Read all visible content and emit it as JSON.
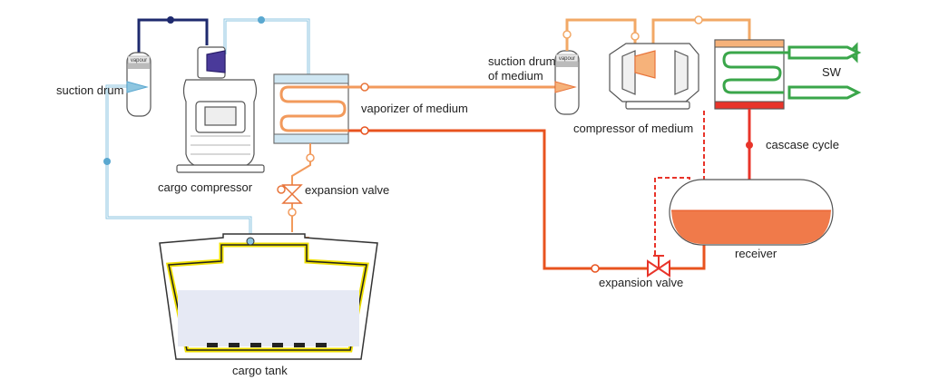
{
  "labels": {
    "suction_drum": "suction drum",
    "cargo_compressor": "cargo compressor",
    "vaporizer_of_medium": "vaporizer of medium",
    "expansion_valve_left": "expansion valve",
    "cargo_tank": "cargo tank",
    "suction_drum_of_medium_line1": "suction drum",
    "suction_drum_of_medium_line2": "of medium",
    "compressor_of_medium": "compressor of medium",
    "sw": "SW",
    "cascase_cycle": "cascase cycle",
    "receiver": "receiver",
    "expansion_valve_right": "expansion valve",
    "vapour_tag_left": "vapour",
    "vapour_tag_right": "vapour"
  },
  "colors": {
    "cargo_vapour_line": "#8ec6e0",
    "cargo_discharge_line": "#1e2a6e",
    "medium_vapour_line": "#f2a866",
    "medium_liquid_line": "#e8531f",
    "sw_line": "#3aa64a",
    "tank_insulation": "#f0e000",
    "liquid_fill": "#f07a4a"
  }
}
